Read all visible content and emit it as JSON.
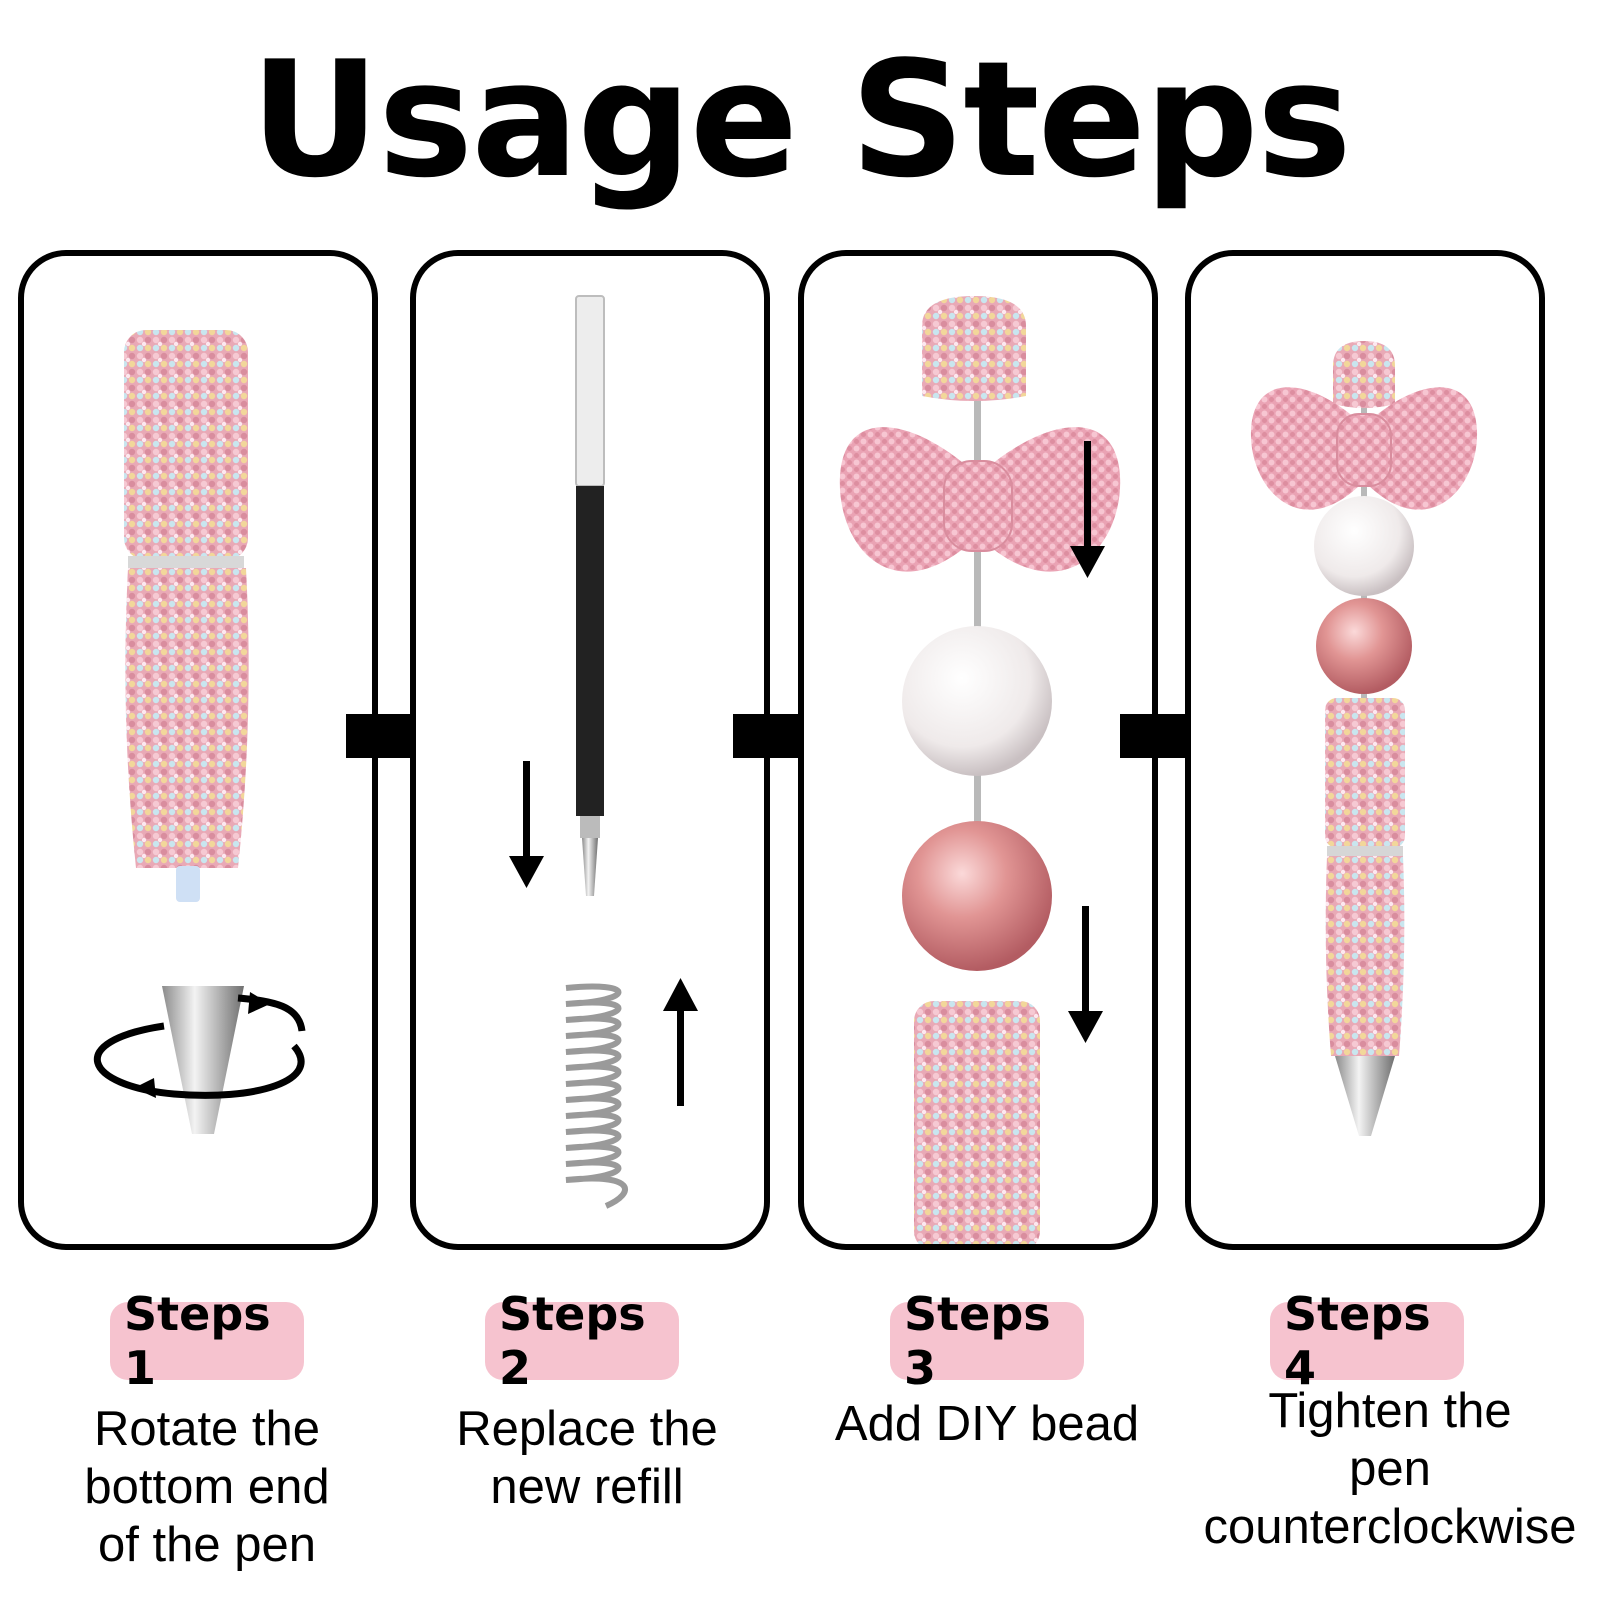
{
  "title": "Usage Steps",
  "steps": [
    {
      "label": "Steps 1",
      "lines": [
        "Rotate the",
        "bottom end",
        "of the pen"
      ]
    },
    {
      "label": "Steps 2",
      "lines": [
        "Replace the",
        "new refill"
      ]
    },
    {
      "label": "Steps 3",
      "lines": [
        "Add DIY bead"
      ]
    },
    {
      "label": "Steps 4",
      "lines": [
        "Tighten the",
        "pen",
        "counterclockwise"
      ]
    }
  ],
  "colors": {
    "badge": "#f6c3cf",
    "rhinestone": "#e8a7b5",
    "white_pearl": "#f4f2f2",
    "rose_pearl": "#d9797c",
    "border": "#000000"
  }
}
